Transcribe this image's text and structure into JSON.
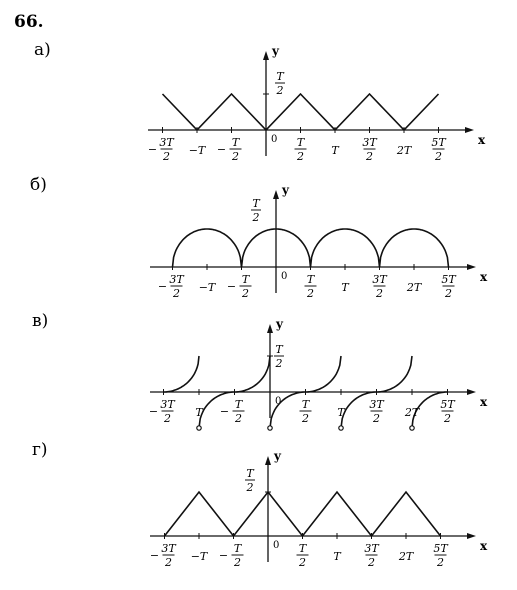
{
  "problem_number": "66.",
  "parts": [
    {
      "label": "а)",
      "axis_y_label": "y",
      "axis_x_label": "x",
      "origin_label": "0",
      "y_tick": {
        "num": "T",
        "den": "2"
      },
      "x_ticks": [
        {
          "value": -1.5,
          "sign": "−",
          "num": "3T",
          "den": "2"
        },
        {
          "value": -1.0,
          "text": "−T"
        },
        {
          "value": -0.5,
          "sign": "−",
          "num": "T",
          "den": "2"
        },
        {
          "value": 0.5,
          "num": "T",
          "den": "2"
        },
        {
          "value": 1.0,
          "text": "T"
        },
        {
          "value": 1.5,
          "num": "3T",
          "den": "2"
        },
        {
          "value": 2.0,
          "text": "2T"
        },
        {
          "value": 2.5,
          "num": "5T",
          "den": "2"
        }
      ]
    },
    {
      "label": "б)",
      "axis_y_label": "y",
      "axis_x_label": "x",
      "origin_label": "0",
      "y_tick": {
        "num": "T",
        "den": "2"
      },
      "x_ticks": [
        {
          "value": -1.5,
          "sign": "−",
          "num": "3T",
          "den": "2"
        },
        {
          "value": -1.0,
          "text": "−T"
        },
        {
          "value": -0.5,
          "sign": "−",
          "num": "T",
          "den": "2"
        },
        {
          "value": 0.5,
          "num": "T",
          "den": "2"
        },
        {
          "value": 1.0,
          "text": "T"
        },
        {
          "value": 1.5,
          "num": "3T",
          "den": "2"
        },
        {
          "value": 2.0,
          "text": "2T"
        },
        {
          "value": 2.5,
          "num": "5T",
          "den": "2"
        }
      ]
    },
    {
      "label": "в)",
      "axis_y_label": "y",
      "axis_x_label": "x",
      "origin_label": "0",
      "y_tick": {
        "num": "T",
        "den": "2"
      },
      "x_ticks": [
        {
          "value": -1.5,
          "sign": "−",
          "num": "3T",
          "den": "2"
        },
        {
          "value": -1.0,
          "text": "T"
        },
        {
          "value": -0.5,
          "sign": "−",
          "num": "T",
          "den": "2"
        },
        {
          "value": 0.5,
          "num": "T",
          "den": "2"
        },
        {
          "value": 1.0,
          "text": "T"
        },
        {
          "value": 1.5,
          "num": "3T",
          "den": "2"
        },
        {
          "value": 2.0,
          "text": "2T"
        },
        {
          "value": 2.5,
          "num": "5T",
          "den": "2"
        }
      ]
    },
    {
      "label": "г)",
      "axis_y_label": "y",
      "axis_x_label": "x",
      "origin_label": "0",
      "y_tick": {
        "num": "T",
        "den": "2"
      },
      "x_ticks": [
        {
          "value": -1.5,
          "sign": "−",
          "num": "3T",
          "den": "2"
        },
        {
          "value": -1.0,
          "text": "−T"
        },
        {
          "value": -0.5,
          "sign": "−",
          "num": "T",
          "den": "2"
        },
        {
          "value": 0.5,
          "num": "T",
          "den": "2"
        },
        {
          "value": 1.0,
          "text": "T"
        },
        {
          "value": 1.5,
          "num": "3T",
          "den": "2"
        },
        {
          "value": 2.0,
          "text": "2T"
        },
        {
          "value": 2.5,
          "num": "5T",
          "den": "2"
        }
      ]
    }
  ]
}
